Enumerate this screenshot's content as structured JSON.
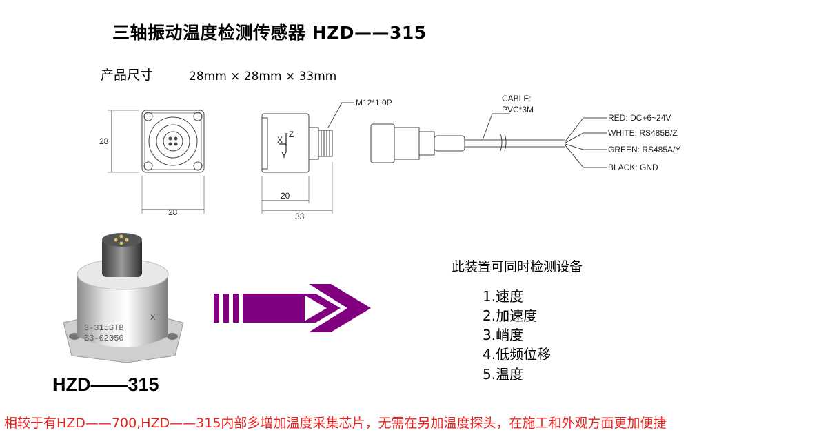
{
  "title": "三轴振动温度检测传感器   HZD——315",
  "size_label": "产品尺寸",
  "dimensions": "28mm × 28mm × 33mm",
  "drawing": {
    "thread": "M12*1.0P",
    "cable_l1": "CABLE:",
    "cable_l2": "PVC*3M",
    "wires": [
      "RED: DC+6~24V",
      "WHITE: RS485B/Z",
      "GREEN: RS485A/Y",
      "BLACK: GND"
    ],
    "dim_height": "28",
    "dim_width": "28",
    "dim_20": "20",
    "dim_33": "33",
    "axis_x": "X",
    "axis_y": "Y",
    "axis_z": "Z",
    "engraving_l1": "3-315STB",
    "engraving_l2": "B3-02050",
    "body_axis": "X"
  },
  "measure": {
    "heading": "此装置可同时检测设备",
    "items": [
      "1.速度",
      "2.加速度",
      "3.峭度",
      "4.低频位移",
      "5.温度"
    ]
  },
  "model_label": "HZD——315",
  "note": "相较于有HZD——700,HZD——315内部多增加温度采集芯片，无需在另加温度探头，在施工和外观方面更加便捷",
  "colors": {
    "arrow": "#800080",
    "note": "#e8231f"
  }
}
